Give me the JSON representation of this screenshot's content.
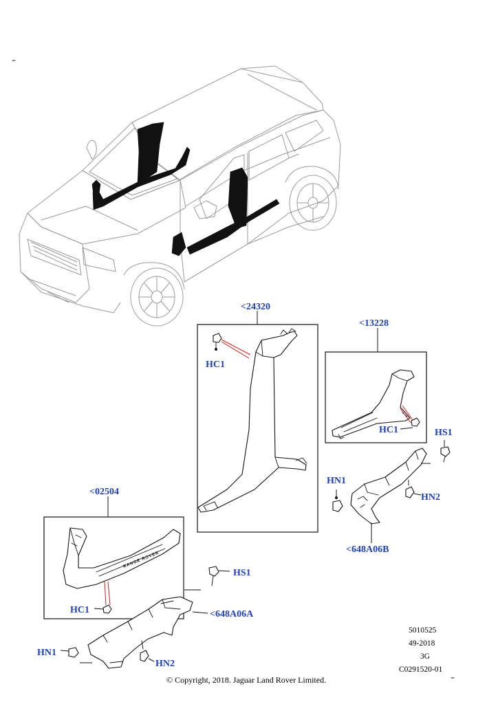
{
  "callouts": {
    "p24320": "<24320",
    "p13228": "<13228",
    "p02504": "<02504",
    "p648a06b": "<648A06B",
    "p648a06a": "<648A06A",
    "hc1_a": "HC1",
    "hc1_b": "HC1",
    "hc1_c": "HC1",
    "hs1_a": "HS1",
    "hs1_b": "HS1",
    "hn1_a": "HN1",
    "hn1_b": "HN1",
    "hn2_a": "HN2",
    "hn2_b": "HN2"
  },
  "reference": {
    "line1": "5010525",
    "line2": "49-2018",
    "line3": "3G",
    "line4": "C0291520-01"
  },
  "copyright": "© Copyright, 2018. Jaguar Land Rover Limited.",
  "colors": {
    "callout": "#1f3fb4",
    "leader_red": "#d41a1a",
    "car_outline": "#9a9a9a"
  }
}
